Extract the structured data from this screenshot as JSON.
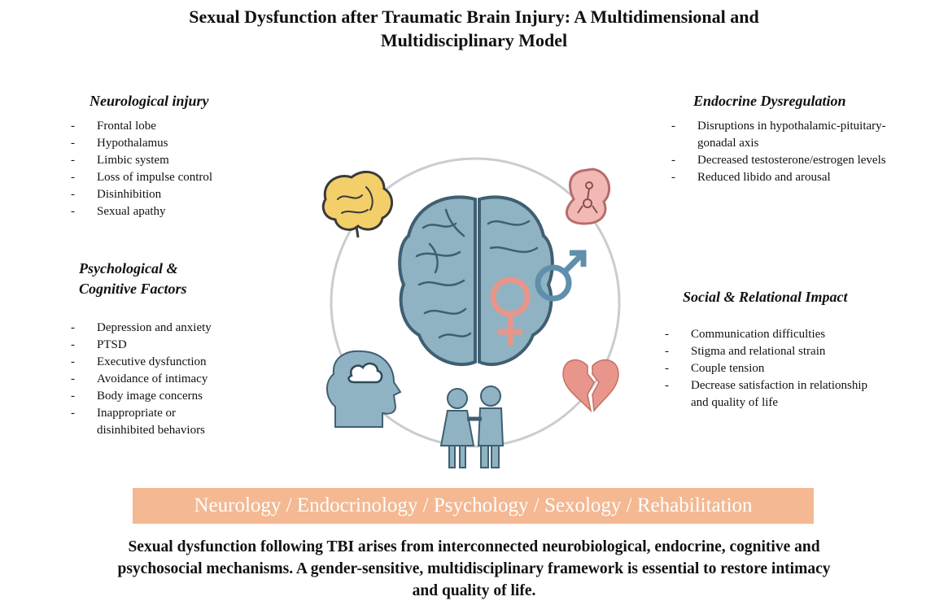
{
  "title": {
    "line1": "Sexual Dysfunction after Traumatic Brain Injury: A Multidimensional  and",
    "line2": "Multidisciplinary  Model"
  },
  "neurological": {
    "heading": "Neurological injury",
    "items": [
      "Frontal lobe",
      "Hypothalamus",
      "Limbic system",
      "Loss of impulse  control",
      "Disinhibition",
      "Sexual apathy"
    ]
  },
  "endocrine": {
    "heading": "Endocrine Dysregulation",
    "items": [
      "Disruptions  in hypothalamic-pituitary-gonadal  axis",
      "Decreased  testosterone/estrogen levels",
      "Reduced  libido and arousal"
    ]
  },
  "psychological": {
    "heading_line1": "Psychological &",
    "heading_line2": "Cognitive Factors",
    "items": [
      "Depression  and anxiety",
      "PTSD",
      "Executive  dysfunction",
      "Avoidance  of intimacy",
      "Body image concerns",
      "Inappropriate  or disinhibited  behaviors"
    ]
  },
  "social": {
    "heading": "Social & Relational Impact",
    "items": [
      "Communication  difficulties",
      "Stigma and relational  strain",
      "Couple  tension",
      "Decrease satisfaction  in relationship  and quality of life"
    ]
  },
  "disciplines_banner": "Neurology  / Endocrinology  / Psychology  / Sexology  / Rehabilitation",
  "conclusion": {
    "line1": "Sexual dysfunction following TBI arises from interconnected neurobiological, endocrine, cognitive and",
    "line2": "psychosocial mechanisms. A gender-sensitive, multidisciplinary framework is essential to restore intimacy",
    "line3": "and quality of life."
  },
  "bullet_marker": "-",
  "icons": [
    "brain-icon",
    "gland-icon",
    "gender-symbols-icon",
    "head-thought-icon",
    "couple-icon",
    "broken-heart-icon"
  ],
  "colors": {
    "brain_blue": "#8fb3c2",
    "brain_stroke": "#3f5f72",
    "yellow_brain": "#f3cf6a",
    "pink_gland": "#f2b8b4",
    "female_symbol": "#e8958b",
    "male_symbol": "#5f8fab",
    "broken_heart": "#e8958b",
    "banner": "#f4b892",
    "circle": "#c9cdd2"
  }
}
